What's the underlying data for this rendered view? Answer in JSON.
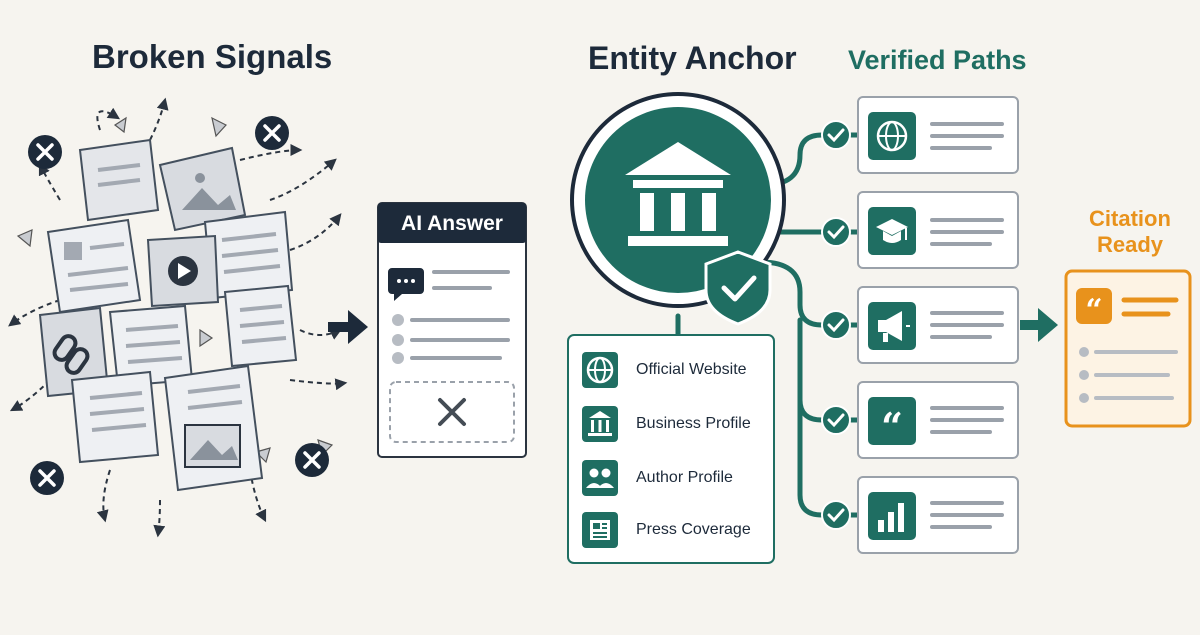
{
  "broken_signals": {
    "title": "Broken Signals"
  },
  "ai_answer": {
    "title": "AI Answer"
  },
  "entity_anchor": {
    "title": "Entity Anchor",
    "sources": [
      {
        "label": "Official Website",
        "icon": "globe-icon"
      },
      {
        "label": "Business Profile",
        "icon": "building-icon"
      },
      {
        "label": "Author Profile",
        "icon": "people-icon"
      },
      {
        "label": "Press Coverage",
        "icon": "newspaper-icon"
      }
    ]
  },
  "verified_paths": {
    "title": "Verified Paths",
    "items": [
      {
        "icon": "globe-icon"
      },
      {
        "icon": "graduation-cap-icon"
      },
      {
        "icon": "megaphone-icon"
      },
      {
        "icon": "quote-icon"
      },
      {
        "icon": "bar-chart-icon"
      }
    ]
  },
  "citation_ready": {
    "title": "Citation Ready"
  },
  "colors": {
    "teal": "#1f6e62",
    "navy": "#1d2a3a",
    "orange": "#e8921c",
    "background": "#f6f4ef"
  }
}
